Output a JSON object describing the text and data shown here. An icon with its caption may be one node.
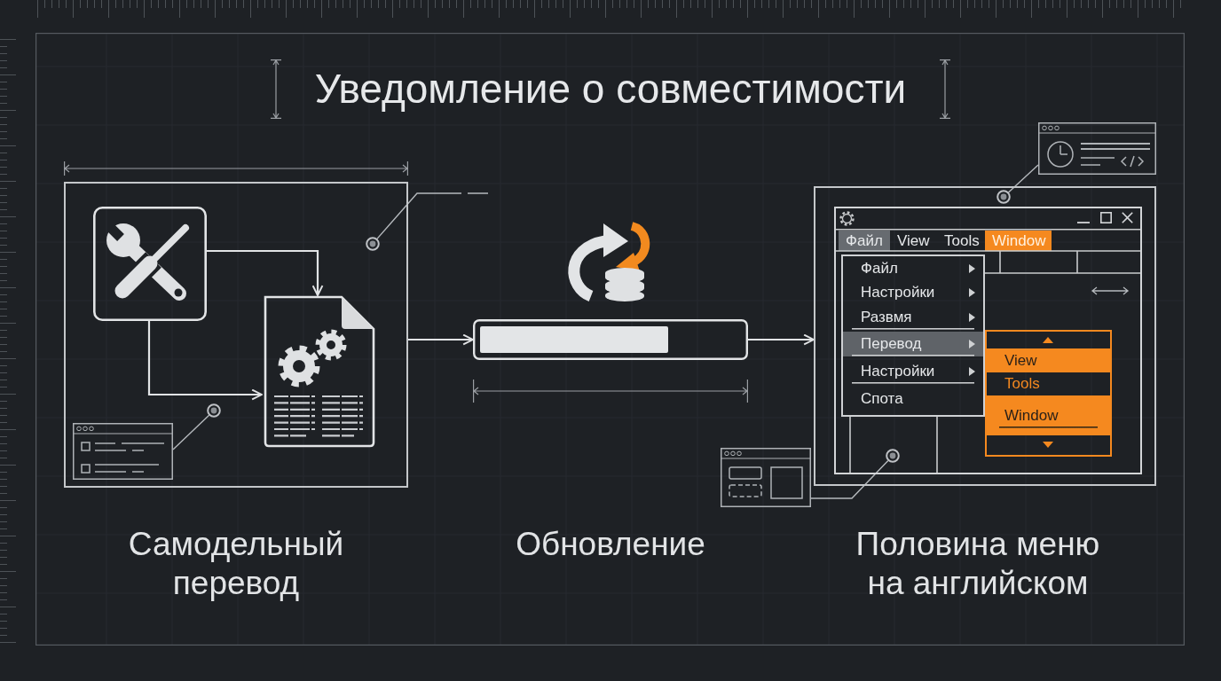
{
  "diagram": {
    "title": "Уведомление о совместимости",
    "nodes": [
      {
        "text": [],
        "shape": "box",
        "beside": [
          "Самодельный перевод"
        ]
      },
      {
        "text": [],
        "shape": "picture",
        "in": 0
      },
      {
        "text": [],
        "shape": "circle",
        "in": 0
      },
      {
        "text": [],
        "shape": "picture",
        "in": 0
      },
      {
        "text": [],
        "shape": "circle",
        "in": 0
      },
      {
        "text": [],
        "shape": "picture",
        "in": 0
      },
      {
        "text": [],
        "shape": "bar"
      },
      {
        "text": [],
        "shape": "picture"
      },
      {
        "text": [],
        "shape": "box",
        "beside": [
          "Половина меню на английском"
        ]
      },
      {
        "text": [],
        "shape": "circle",
        "in": 8
      },
      {
        "text": [
          "Файл",
          "View",
          "Tools",
          "Window"
        ],
        "in": 8
      },
      {
        "text": [
          "Файл",
          "Настройки",
          "Развмя",
          "Перевод",
          "Настройки",
          "Спота"
        ],
        "in": 10
      },
      {
        "text": [
          "View",
          "Tools",
          "Window"
        ],
        "in": 10
      },
      {
        "text": [],
        "shape": "circle",
        "in": 10
      },
      {
        "text": [],
        "shape": "picture"
      }
    ],
    "edges": [
      {
        "from": 1,
        "to": 3,
        "arrow": "to"
      },
      {
        "from": 1,
        "to": 3,
        "arrow": "to"
      },
      {
        "from": 2,
        "to": null,
        "arrow": "none"
      },
      {
        "from": 5,
        "to": 4,
        "arrow": "none"
      },
      {
        "from": 0,
        "to": 6,
        "arrow": "to"
      },
      {
        "from": 6,
        "to": 8,
        "arrow": "to"
      },
      {
        "from": 7,
        "to": 9,
        "arrow": "none"
      },
      {
        "from": 14,
        "to": 13,
        "arrow": "none"
      }
    ],
    "labels": [
      "Обновление"
    ]
  }
}
